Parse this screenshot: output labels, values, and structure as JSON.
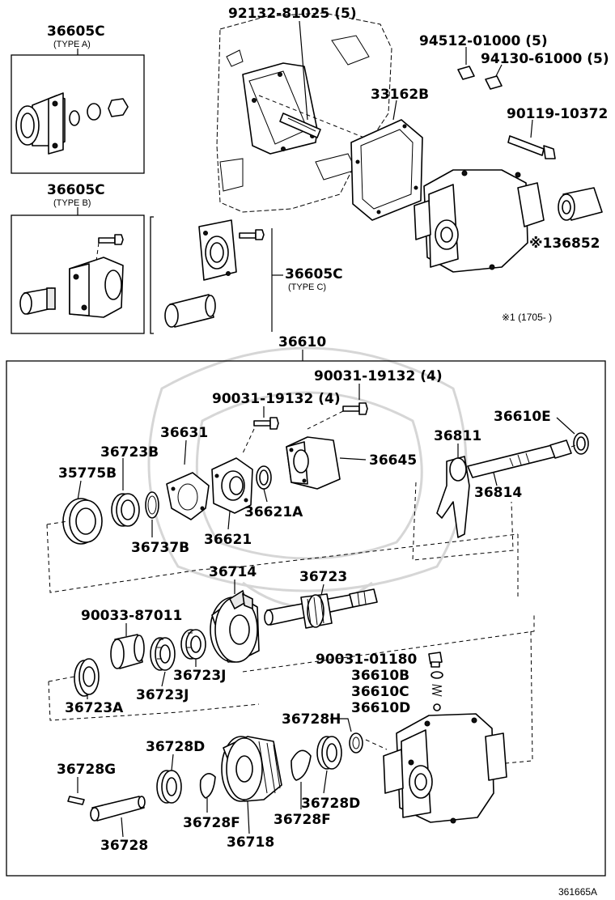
{
  "labels": {
    "p36605c_a": "36605C",
    "type_a": "(TYPE A)",
    "p36605c_b": "36605C",
    "type_b": "(TYPE B)",
    "p36605c_c": "36605C",
    "type_c": "(TYPE C)",
    "p92132": "92132-81025 (5)",
    "p94512": "94512-01000 (5)",
    "p94130": "94130-61000 (5)",
    "p33162b": "33162B",
    "p90119": "90119-10372",
    "p36852": "※136852",
    "note1": "※1 (1705-      )",
    "p36610": "36610",
    "p90031_19132_a": "90031-19132 (4)",
    "p90031_19132_b": "90031-19132 (4)",
    "p36610e": "36610E",
    "p36631": "36631",
    "p36723b": "36723B",
    "p35775b": "35775B",
    "p36645": "36645",
    "p36811": "36811",
    "p36814": "36814",
    "p36621a": "36621A",
    "p36621": "36621",
    "p36737b": "36737B",
    "p36714": "36714",
    "p36723": "36723",
    "p90033": "90033-87011",
    "p90031_01180": "90031-01180",
    "p36610b": "36610B",
    "p36610c": "36610C",
    "p36610d": "36610D",
    "p36723j_a": "36723J",
    "p36723j_b": "36723J",
    "p36723a": "36723A",
    "p36728h": "36728H",
    "p36728d_a": "36728D",
    "p36728d_b": "36728D",
    "p36728g": "36728G",
    "p36728f_a": "36728F",
    "p36728f_b": "36728F",
    "p36728": "36728",
    "p36718": "36718",
    "drawing_id": "361665A"
  }
}
